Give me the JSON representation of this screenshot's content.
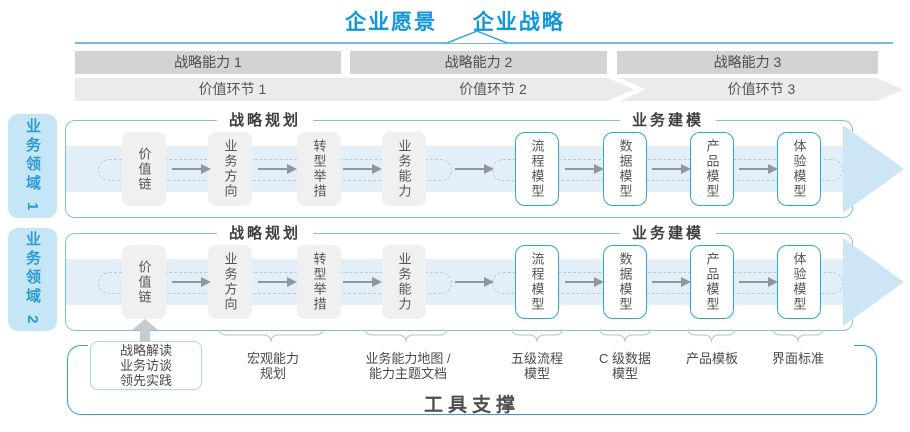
{
  "header": {
    "vision": "企业愿景",
    "strategy": "企业战略"
  },
  "capabilities": [
    "战略能力 1",
    "战略能力 2",
    "战略能力 3"
  ],
  "value_links": [
    "价值环节 1",
    "价值环节 2",
    "价值环节 3"
  ],
  "domains": [
    "业务领域 1",
    "业务领域 2"
  ],
  "sections": {
    "planning": "战略规划",
    "modeling": "业务建模"
  },
  "planning_nodes": [
    "价值链",
    "业务方向",
    "转型举措",
    "业务能力"
  ],
  "modeling_nodes": [
    "流程模型",
    "数据模型",
    "产品模型",
    "体验模型"
  ],
  "annotations": {
    "practice": [
      "战略解读",
      "业务访谈",
      "领先实践"
    ],
    "macro_capability": [
      "宏观能力",
      "规划"
    ],
    "capability_map": [
      "业务能力地图 /",
      "能力主题文档"
    ],
    "process_model": [
      "五级流程",
      "模型"
    ],
    "data_model": [
      "C 级数据",
      "模型"
    ],
    "product_template": [
      "产品模板"
    ],
    "ui_standard": [
      "界面标准"
    ]
  },
  "footer": {
    "tool_support": "工具支撑"
  },
  "colors": {
    "accent_blue": "#1097DA",
    "line_blue": "#3AA7DB",
    "box_border_blue": "#2FA7DD",
    "domain_fill": "#C4E6F7",
    "bar_gray": "#D3D3D3",
    "chevron_gray": "#EBEBEB",
    "arrow_band": "#E2EFF9",
    "arrow_head": "#CDE6F6"
  }
}
